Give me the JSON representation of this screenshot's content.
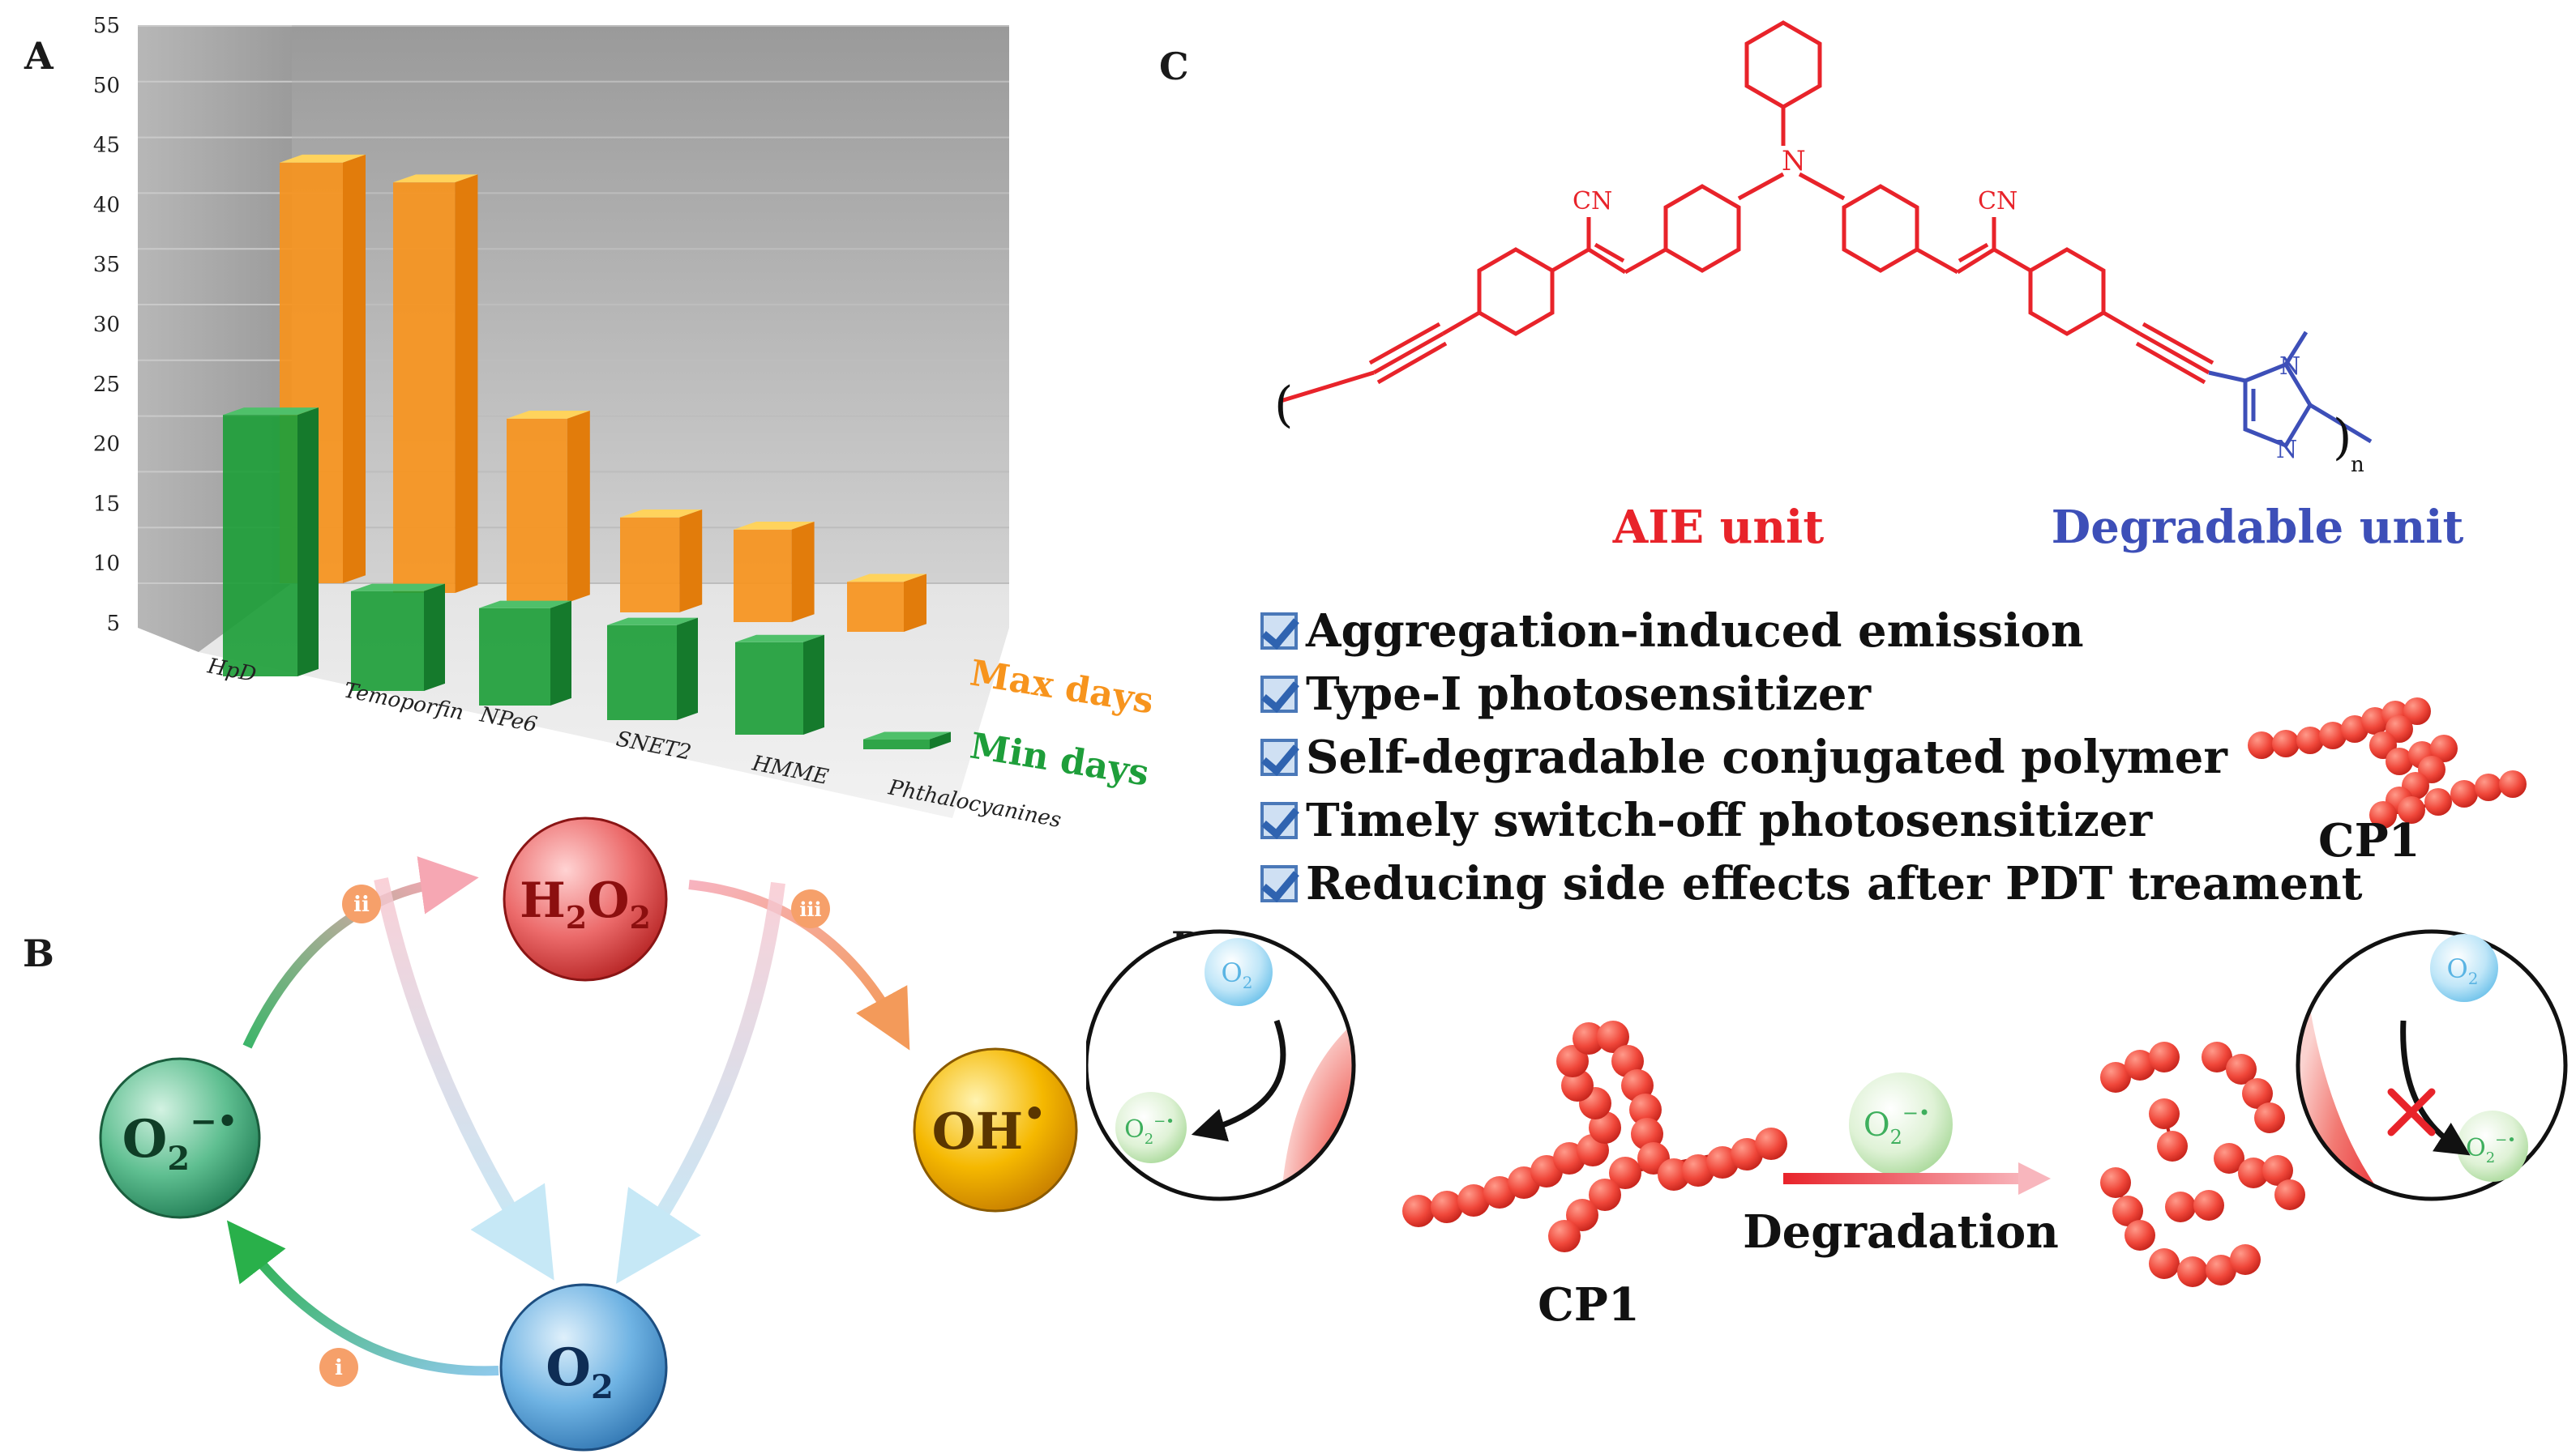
{
  "panel_labels": {
    "a": "A",
    "b": "B",
    "c": "C",
    "d": "D"
  },
  "colors": {
    "max_series": "#f7941d",
    "min_series": "#1e9e3a",
    "aie_red": "#e8232a",
    "degradable_blue": "#3d4fb8",
    "check_blue": "#4a78b8"
  },
  "chart_data": {
    "type": "bar",
    "style": "3d",
    "categories": [
      "HpD",
      "Temoporfin",
      "NPe6",
      "SNET2",
      "HMME",
      "Phthalocyanines"
    ],
    "series": [
      {
        "name": "Max days",
        "values": [
          42,
          42,
          22,
          14,
          14,
          10
        ]
      },
      {
        "name": "Min days",
        "values": [
          28,
          14,
          14,
          14,
          14,
          6
        ]
      }
    ],
    "y_ticks": [
      "5",
      "10",
      "15",
      "20",
      "25",
      "30",
      "35",
      "40",
      "45",
      "50",
      "55"
    ],
    "ylim": [
      5,
      55
    ],
    "grid": true,
    "legend_position": "right"
  },
  "cycle": {
    "nodes": {
      "superoxide": {
        "main": "O",
        "sub": "2",
        "sup": "−•"
      },
      "peroxide": {
        "a": "H",
        "a_sub": "2",
        "b": "O",
        "b_sub": "2"
      },
      "hydroxyl": {
        "main": "OH",
        "sup": "•"
      },
      "oxygen": {
        "main": "O",
        "sub": "2"
      }
    },
    "steps": {
      "i": "i",
      "ii": "ii",
      "iii": "iii"
    }
  },
  "structure": {
    "cn_left": "CN",
    "cn_right": "CN",
    "n_atom": "N",
    "imid_n1": "N",
    "imid_n3": "N",
    "repeat_n": "n",
    "open_paren": "(",
    "close_paren": ")",
    "aie_unit": "AIE unit",
    "degradable_unit": "Degradable unit"
  },
  "features": [
    "Aggregation-induced emission",
    "Type-I photosensitizer",
    "Self-degradable conjugated polymer",
    "Timely switch-off photosensitizer",
    "Reducing side effects after PDT treament"
  ],
  "cp1_label_c": "CP1",
  "degradation": {
    "cp1_label": "CP1",
    "arrow_label": "Degradation",
    "o2": {
      "main": "O",
      "sub": "2"
    },
    "superoxide": {
      "main": "O",
      "sub": "2",
      "sup": "−•"
    }
  }
}
